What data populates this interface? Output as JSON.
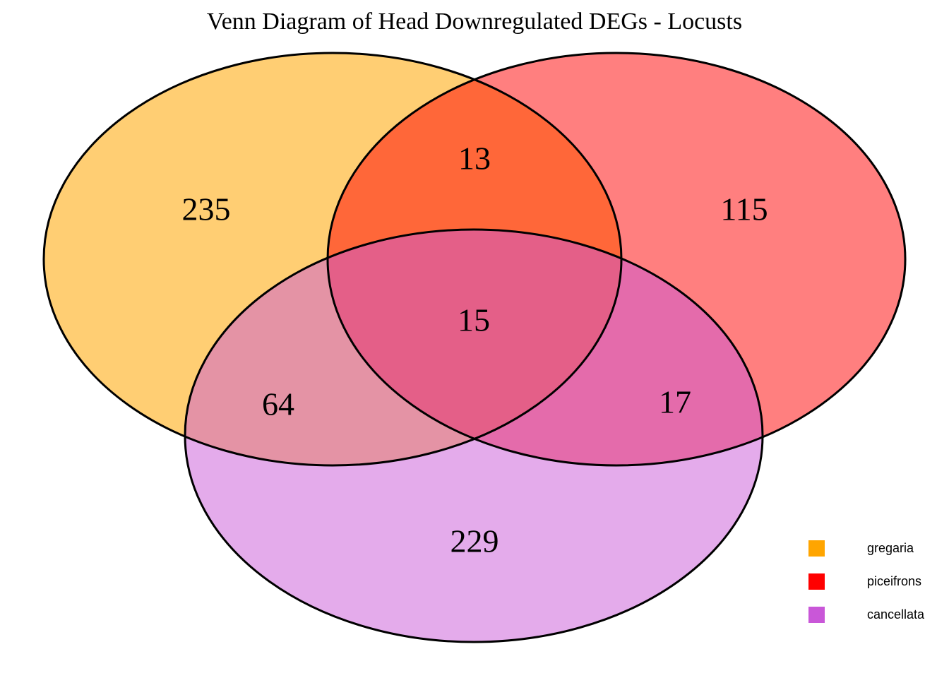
{
  "title": "Venn Diagram of Head Downregulated DEGs - Locusts",
  "chart_data": {
    "type": "venn",
    "title": "Venn Diagram of Head Downregulated DEGs - Locusts",
    "sets": [
      "gregaria",
      "piceifrons",
      "cancellata"
    ],
    "colors": {
      "gregaria": "#FFA500",
      "piceifrons": "#FF0000",
      "cancellata": "#C957D8"
    },
    "regions": {
      "gregaria_only": 235,
      "piceifrons_only": 115,
      "cancellata_only": 229,
      "gregaria_piceifrons": 13,
      "gregaria_cancellata": 64,
      "piceifrons_cancellata": 17,
      "gregaria_piceifrons_cancellata": 15
    }
  },
  "legend": [
    {
      "label": "gregaria",
      "color": "#FFA500"
    },
    {
      "label": "piceifrons",
      "color": "#FF0000"
    },
    {
      "label": "cancellata",
      "color": "#C957D8"
    }
  ]
}
